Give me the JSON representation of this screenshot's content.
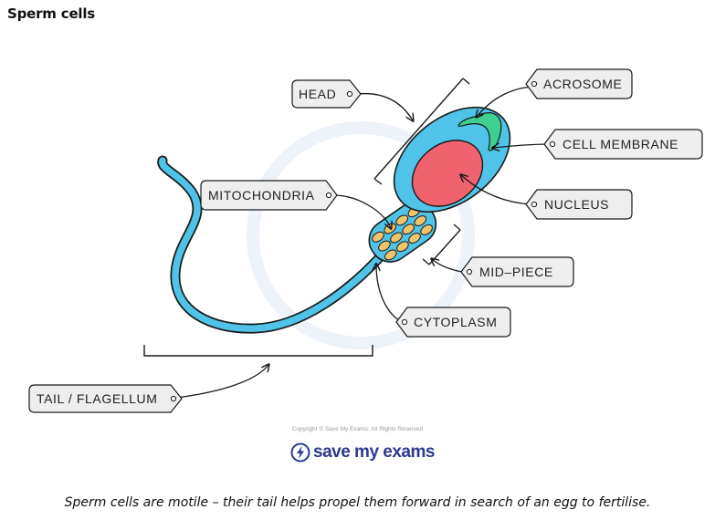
{
  "page": {
    "title": "Sperm cells",
    "caption": "Sperm cells are motile – their tail helps propel them forward in search of an egg to fertilise.",
    "copyright": "Copyright © Save My Exams. All Rights Reserved",
    "brand": "save my exams"
  },
  "labels": {
    "head": "HEAD",
    "acrosome": "ACROSOME",
    "cell_membrane": "CELL MEMBRANE",
    "nucleus": "NUCLEUS",
    "mitochondria": "MITOCHONDRIA",
    "mid_piece": "MID–PIECE",
    "cytoplasm": "CYTOPLASM",
    "tail": "TAIL / FLAGELLUM"
  },
  "colors": {
    "cell_fill": "#4fc3e8",
    "outline": "#1a1a1a",
    "acrosome": "#3fcf8e",
    "nucleus": "#f0626e",
    "mitochondria": "#f2c36b",
    "tag_fill": "#eeeeee",
    "brand": "#2b3a8f"
  }
}
